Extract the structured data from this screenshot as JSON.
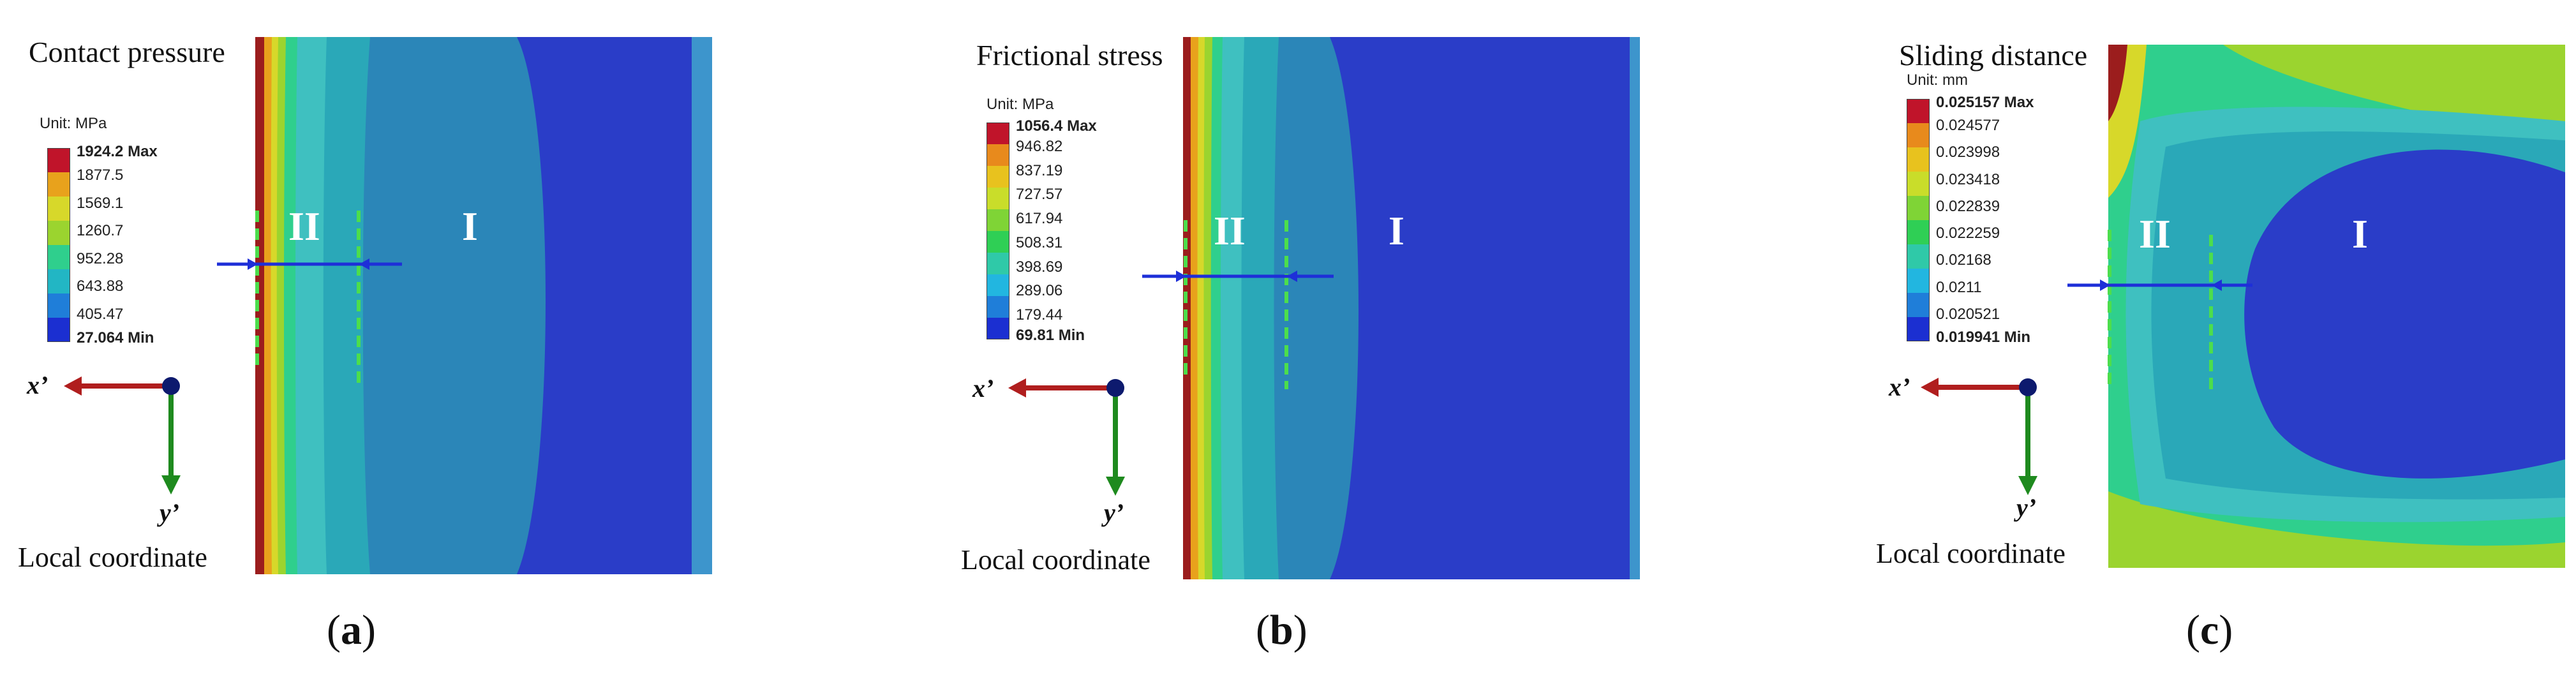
{
  "panels": [
    {
      "id": "a",
      "title": "Contact pressure",
      "unit": "Unit: MPa",
      "legend_labels": [
        "1924.2 Max",
        "1877.5",
        "1569.1",
        "1260.7",
        "952.28",
        "643.88",
        "405.47",
        "27.064 Min"
      ],
      "zone_left": "II",
      "zone_right": "I",
      "coord_label": "Local coordinate",
      "x_axis_label": "x’",
      "y_axis_label": "y’",
      "caption_open": "(",
      "caption_letter": "a",
      "caption_close": ")"
    },
    {
      "id": "b",
      "title": "Frictional stress",
      "unit": "Unit: MPa",
      "legend_labels": [
        "1056.4 Max",
        "946.82",
        "837.19",
        "727.57",
        "617.94",
        "508.31",
        "398.69",
        "289.06",
        "179.44",
        "69.81 Min"
      ],
      "zone_left": "II",
      "zone_right": "I",
      "coord_label": "Local coordinate",
      "x_axis_label": "x’",
      "y_axis_label": "y’",
      "caption_open": "(",
      "caption_letter": "b",
      "caption_close": ")"
    },
    {
      "id": "c",
      "title": "Sliding distance",
      "unit": "Unit: mm",
      "legend_labels": [
        "0.025157 Max",
        "0.024577",
        "0.023998",
        "0.023418",
        "0.022839",
        "0.022259",
        "0.02168",
        "0.0211",
        "0.020521",
        "0.019941 Min"
      ],
      "zone_left": "II",
      "zone_right": "I",
      "coord_label": "Local coordinate",
      "x_axis_label": "x’",
      "y_axis_label": "y’",
      "caption_open": "(",
      "caption_letter": "c",
      "caption_close": ")"
    }
  ],
  "colors": {
    "legend_8": [
      "#c0142a",
      "#e8a21c",
      "#d7d82a",
      "#9bd42f",
      "#2fcf8d",
      "#22b6c4",
      "#1f7ed9",
      "#1b2fd1"
    ],
    "legend_10": [
      "#c0142a",
      "#e88a1c",
      "#e8c21e",
      "#c9dd2a",
      "#7fd436",
      "#2fcf55",
      "#2fc9a8",
      "#22b6e0",
      "#1f7ed9",
      "#1b2fd1"
    ],
    "dark_blue": "#2a3dc8",
    "mid_blue": "#2b86b8",
    "teal": "#2aa8b8",
    "cyan": "#3fc0c0",
    "red_edge": "#9b1d1d",
    "arrow_x": "#b01e1e",
    "arrow_y": "#1e8a1e",
    "marker_line": "#1e2fd8",
    "dashed_green": "#4cde4c",
    "origin_dot": "#0d1a6e"
  }
}
